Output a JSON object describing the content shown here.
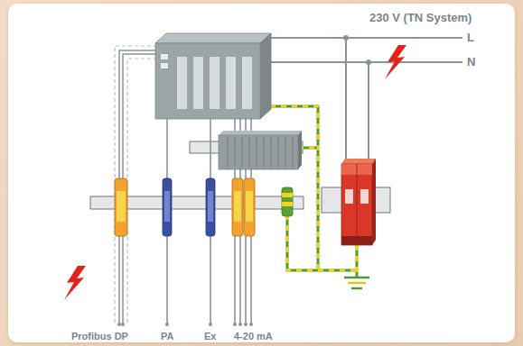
{
  "diagram": {
    "labels": [
      "230 V (TN System)",
      "L",
      "N",
      "Profibus DP",
      "PA",
      "Ex",
      "4-20 mA"
    ]
  }
}
